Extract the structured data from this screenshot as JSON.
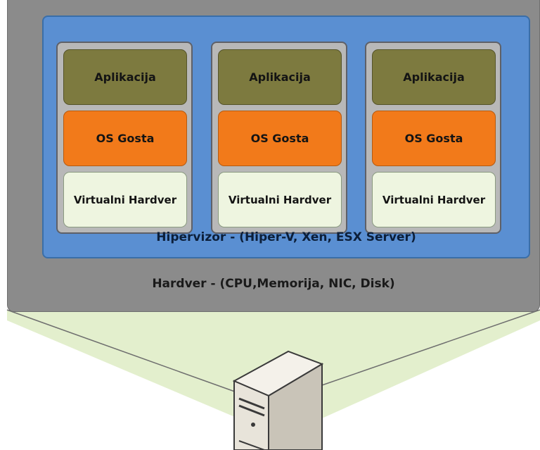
{
  "hardware": {
    "label": "Hardver - (CPU,Memorija, NIC, Disk)"
  },
  "hypervisor": {
    "label": "Hipervizor - (Hiper-V, Xen, ESX Server)"
  },
  "vms": [
    {
      "app": "Aplikacija",
      "os": "OS Gosta",
      "hw": "Virtualni Hardver"
    },
    {
      "app": "Aplikacija",
      "os": "OS Gosta",
      "hw": "Virtualni Hardver"
    },
    {
      "app": "Aplikacija",
      "os": "OS Gosta",
      "hw": "Virtualni Hardver"
    }
  ],
  "icons": {
    "server": "server-tower-icon"
  },
  "colors": {
    "hardware": "#8b8b8b",
    "hypervisor": "#5a8fd2",
    "vm_frame": "#b8b8b8",
    "application": "#7d7a3f",
    "guest_os": "#f27a1a",
    "virtual_hardware": "#eef5e0",
    "beam": "#e3efcd"
  }
}
